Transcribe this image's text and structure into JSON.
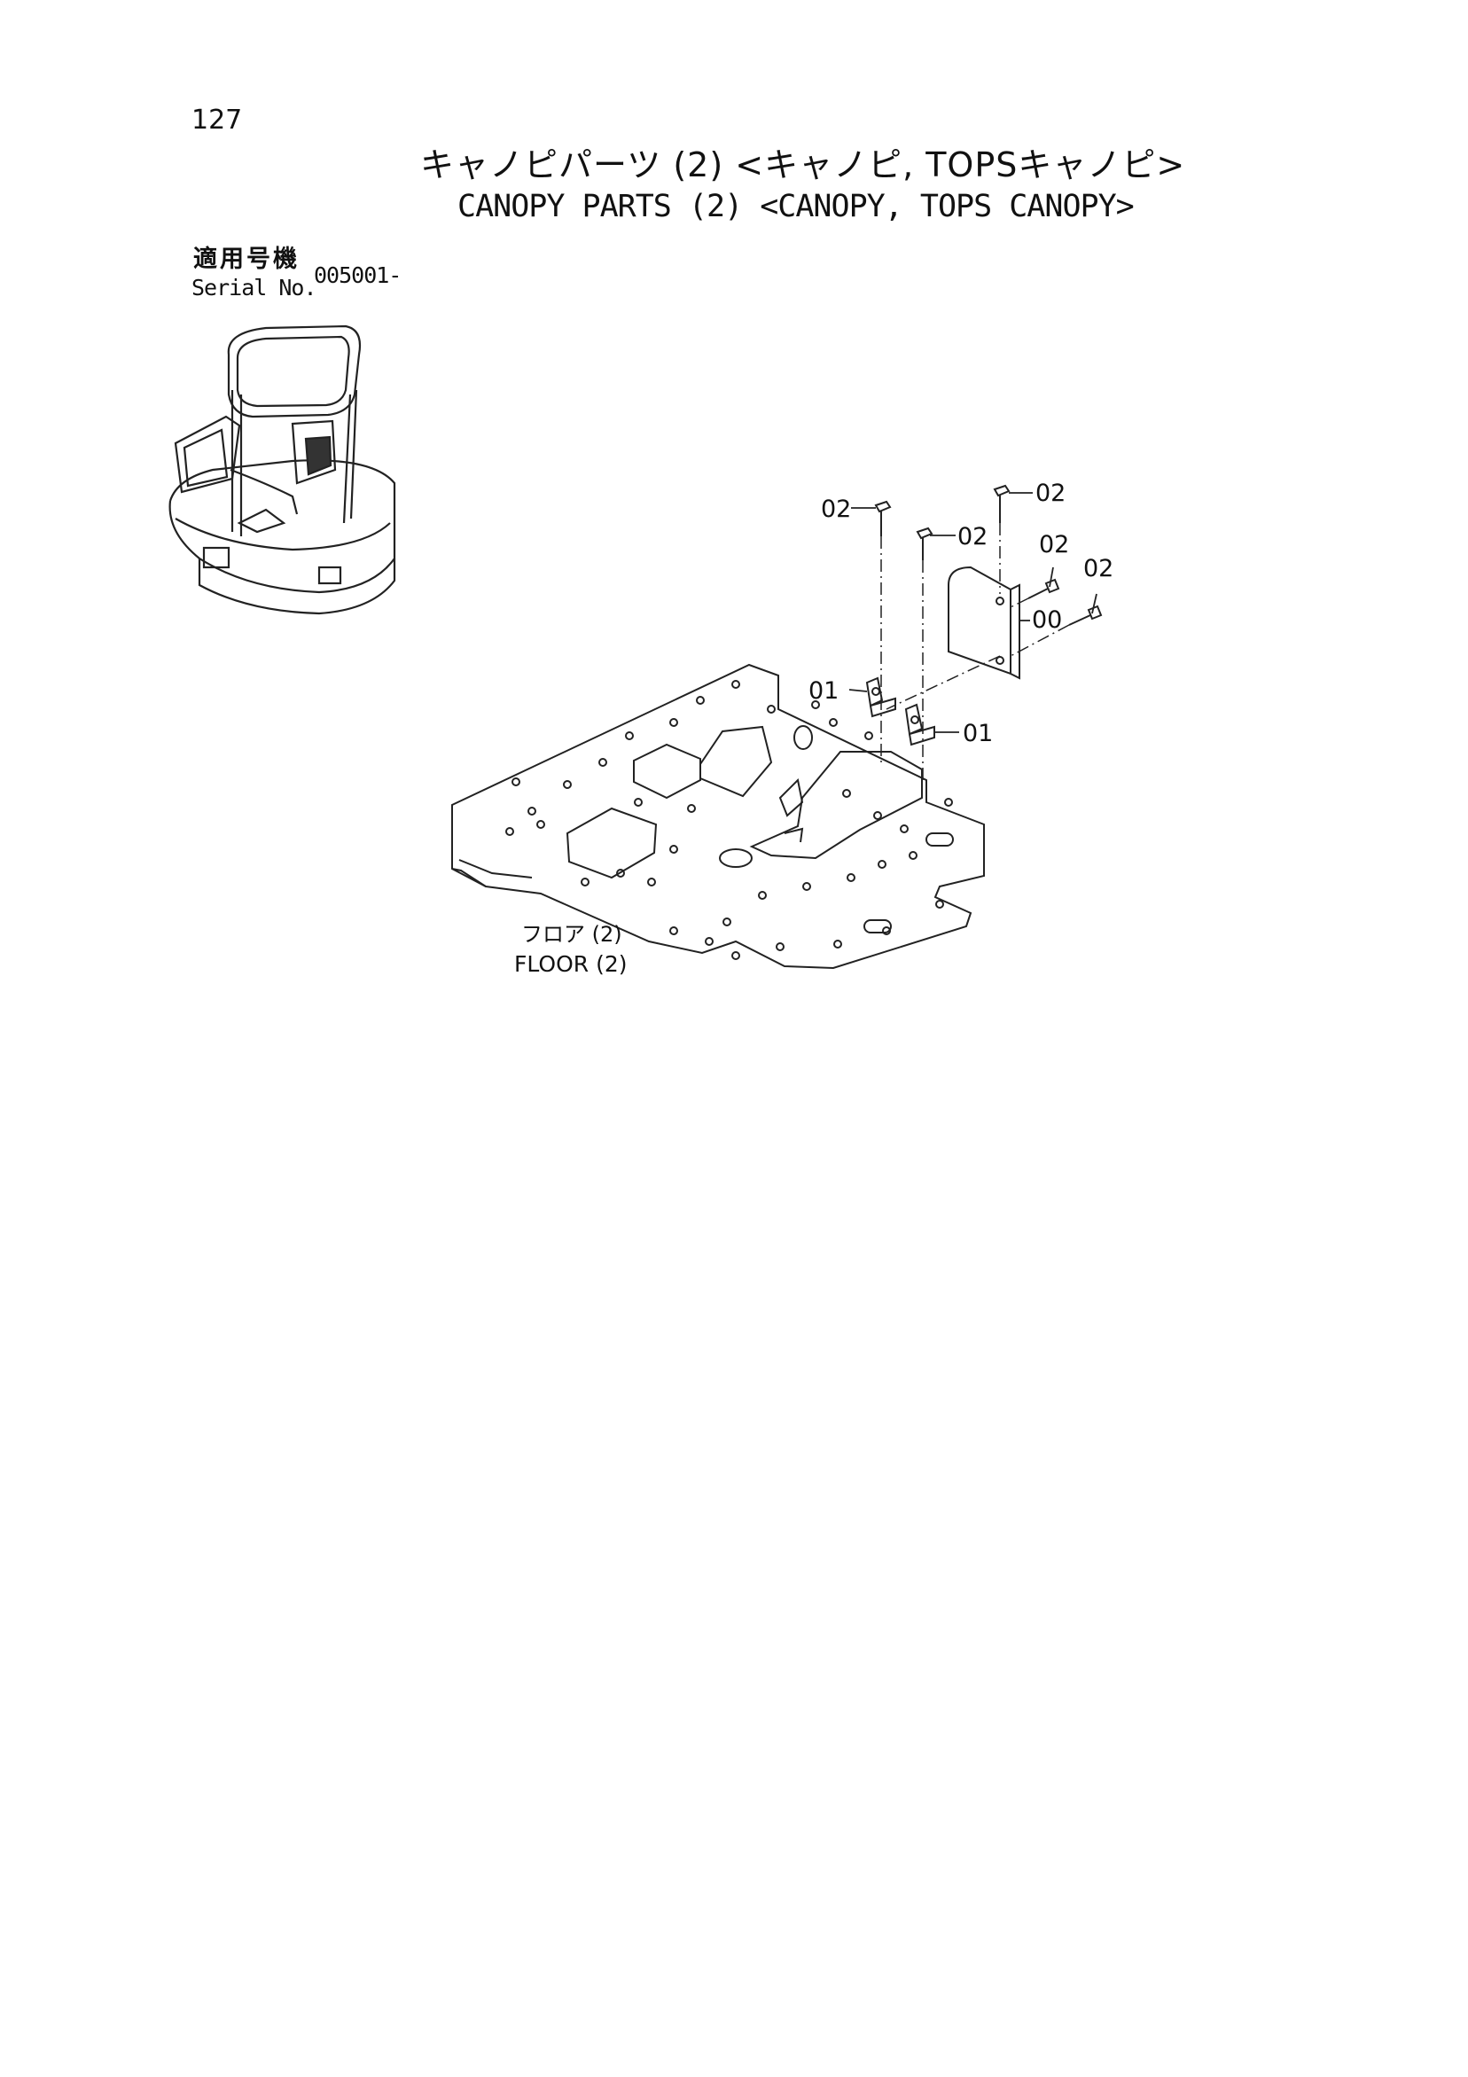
{
  "header": {
    "page_number": "127",
    "title_jp": "キャノピパーツ (2) <キャノピ, TOPSキャノピ>",
    "title_en": "CANOPY PARTS (2) <CANOPY, TOPS CANOPY>"
  },
  "serial": {
    "label_jp": "適用号機",
    "label_en": "Serial No.",
    "value": "005001-"
  },
  "callouts": {
    "c02a": "02",
    "c02b": "02",
    "c02c": "02",
    "c02d": "02",
    "c02e": "02",
    "c00": "00",
    "c01a": "01",
    "c01b": "01"
  },
  "floor_label": {
    "jp": "フロア (2)",
    "en": "FLOOR (2)"
  }
}
